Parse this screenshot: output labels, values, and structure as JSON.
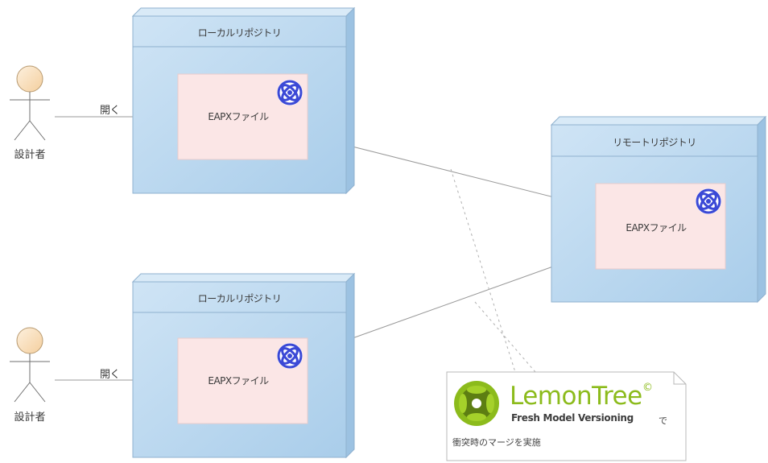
{
  "actors": [
    {
      "label": "設計者"
    },
    {
      "label": "設計者"
    }
  ],
  "edges": [
    {
      "label": "開く"
    },
    {
      "label": "開く"
    }
  ],
  "local_repos": [
    {
      "title": "ローカルリポジトリ",
      "artifact": "EAPXファイル"
    },
    {
      "title": "ローカルリポジトリ",
      "artifact": "EAPXファイル"
    }
  ],
  "remote_repo": {
    "title": "リモートリポジトリ",
    "artifact": "EAPXファイル"
  },
  "note": {
    "logo_name": "LemonTree",
    "logo_mark": "©",
    "logo_tagline": "Fresh Model Versioning",
    "suffix": "で",
    "text": "衝突時のマージを実施"
  },
  "colors": {
    "node_fill": "#bcd9f0",
    "node_border": "#8fb1cf",
    "artifact_fill": "#fbe6e6",
    "actor_head": "#fbe2c4",
    "lemon_green": "#8cbb1c",
    "ea_icon_blue": "#3b49d6"
  }
}
